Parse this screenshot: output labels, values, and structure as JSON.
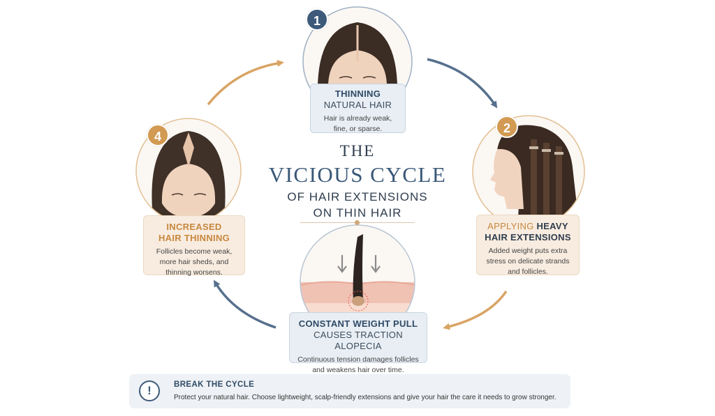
{
  "title": {
    "line1": "THE",
    "line2": "VICIOUS CYCLE",
    "line3": "OF HAIR EXTENSIONS",
    "line4": "ON THIN HAIR"
  },
  "steps": [
    {
      "number": "1",
      "title": "THINNING",
      "subtitle": "NATURAL HAIR",
      "desc_lines": [
        "Hair is already weak,",
        "fine, or sparse."
      ],
      "accent": "#3e5a7a"
    },
    {
      "number": "2",
      "title_light": "APPLYING ",
      "title_bold": "HEAVY",
      "title2": "HAIR EXTENSIONS",
      "desc_lines": [
        "Added weight puts extra",
        "stress on delicate strands",
        "and follicles."
      ],
      "accent": "#d29a52"
    },
    {
      "title": "CONSTANT WEIGHT PULL",
      "subtitle": "CAUSES TRACTION ALOPECIA",
      "desc_lines": [
        "Continuous tension damages follicles",
        "and weakens hair over time."
      ],
      "accent": "#3e5a7a"
    },
    {
      "number": "4",
      "title": "INCREASED",
      "title2": "HAIR THINNING",
      "desc_lines": [
        "Follicles become weak,",
        "more hair sheds, and",
        "thinning worsens."
      ],
      "accent": "#d29a52"
    }
  ],
  "footer": {
    "icon": "!",
    "title": "BREAK THE CYCLE",
    "text": "Protect your natural hair. Choose lightweight, scalp-friendly extensions and give your hair the care it needs to grow stronger."
  },
  "colors": {
    "navy": "#3e5a7a",
    "tan": "#d29a52",
    "card_blue": "#e8eef4",
    "card_tan": "#f8ece0"
  },
  "icons": [
    "exclamation-icon",
    "arrow-icon",
    "hair-illustration"
  ]
}
